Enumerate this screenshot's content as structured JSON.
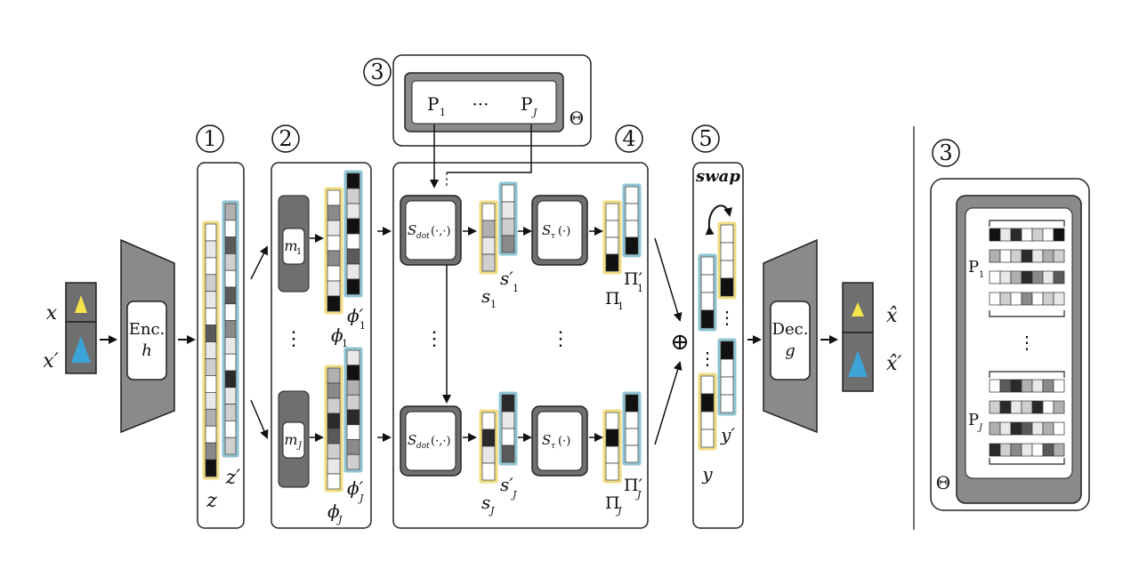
{
  "steps": {
    "s1": "1",
    "s2": "2",
    "s3": "3",
    "s4": "4",
    "s5": "5"
  },
  "inputs": {
    "x": "x",
    "x_prime": "x′"
  },
  "encoder": {
    "line1": "Enc.",
    "line2": "h"
  },
  "latent": {
    "z": "z",
    "z_prime": "z′"
  },
  "mlp": {
    "m1_base": "m",
    "m1_sub": "1",
    "mJ_base": "m",
    "mJ_sub": "J"
  },
  "phi": {
    "phi1": "ϕ",
    "phi1_sub": "1",
    "phi1p": "ϕ′",
    "phi1p_sub": "1",
    "phiJ": "ϕ",
    "phiJ_sub": "J",
    "phiJp": "ϕ′",
    "phiJp_sub": "J"
  },
  "prototypes": {
    "p1": "P",
    "p1_sub": "1",
    "dots": "···",
    "pJ": "P",
    "pJ_sub": "J",
    "theta": "Θ"
  },
  "similarity": {
    "sdot_base": "S",
    "sdot_sub": "dot",
    "sdot_args": "(·,·)",
    "stau_base": "S",
    "stau_sub": "τ",
    "stau_args": "(·)"
  },
  "scores": {
    "s1": "s",
    "s1_sub": "1",
    "s1p": "s′",
    "s1p_sub": "1",
    "sJ": "s",
    "sJ_sub": "J",
    "sJp": "s′",
    "sJp_sub": "J"
  },
  "pis": {
    "pi1": "Π",
    "pi1_sub": "1",
    "pi1p": "Π′",
    "pi1p_sub": "1",
    "piJ": "Π",
    "piJ_sub": "J",
    "piJp": "Π′",
    "piJp_sub": "J"
  },
  "vdots": "⋮",
  "concat": {
    "symbol": "⊕",
    "swap": "swap",
    "y": "y",
    "y_prime": "y′"
  },
  "decoder": {
    "line1": "Dec.",
    "line2": "g"
  },
  "outputs": {
    "xhat": "x̂",
    "xhat_prime": "x̂′"
  },
  "detail": {
    "p1": "P",
    "p1_sub": "1",
    "pJ": "P",
    "pJ_sub": "J",
    "theta": "Θ"
  },
  "colors": {
    "yellow": "#f1dc82",
    "blue": "#8ec4d2",
    "dark_gray": "#6f6f6f",
    "mid_gray": "#8a8a8a",
    "tri_yellow": "#f5e54a",
    "tri_blue": "#3ba3d6"
  }
}
